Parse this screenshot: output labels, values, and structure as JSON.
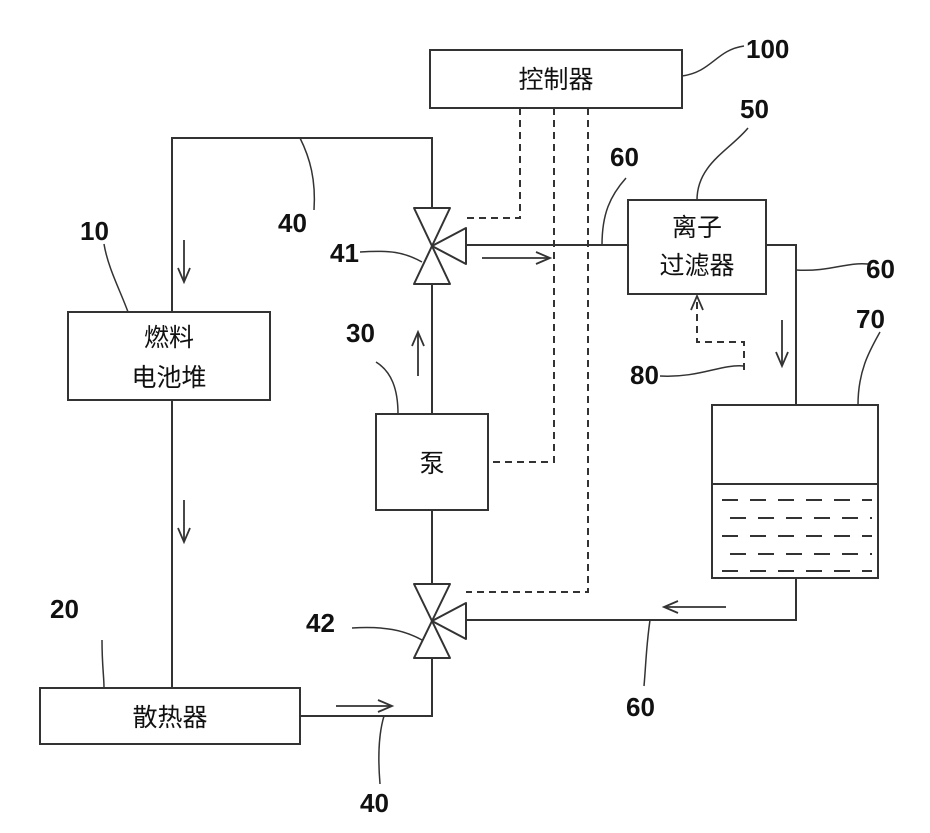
{
  "components": {
    "controller": "控制器",
    "ion_filter_line1": "离子",
    "ion_filter_line2": "过滤器",
    "fuel_cell_line1": "燃料",
    "fuel_cell_line2": "电池堆",
    "pump": "泵",
    "radiator": "散热器"
  },
  "refs": {
    "controller": "100",
    "ion_filter": "50",
    "line_60_top": "60",
    "line_60_right": "60",
    "line_60_bottom": "60",
    "tank": "70",
    "fuel_cell": "10",
    "valve_top": "41",
    "pipe_40_top": "40",
    "pipe_40_bottom": "40",
    "pump": "30",
    "sensor": "80",
    "radiator": "20",
    "valve_bottom": "42"
  },
  "colors": {
    "ink": "#333333",
    "background": "#ffffff"
  }
}
